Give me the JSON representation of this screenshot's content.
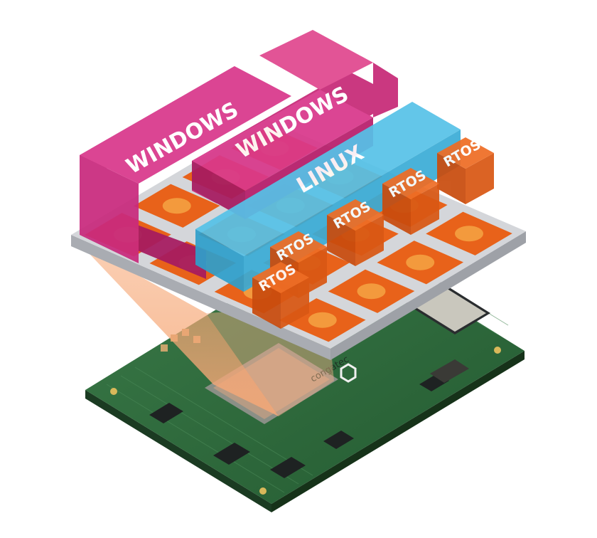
{
  "diagram": {
    "layers": {
      "windows_left": "WINDOWS",
      "windows_right": "WINDOWS",
      "linux": "LINUX",
      "rtos": [
        "RTOS",
        "RTOS",
        "RTOS",
        "RTOS",
        "RTOS"
      ]
    },
    "board": {
      "brand": "congatec"
    }
  },
  "colors": {
    "windows": "#d0237a",
    "linux": "#3fb4de",
    "rtos": "#e8621a",
    "platform": "#d6d8dc",
    "board": "#2f6b3c",
    "beam": "#f5a374"
  },
  "icons": {
    "brand_logo": "hexagon-logo-icon"
  }
}
